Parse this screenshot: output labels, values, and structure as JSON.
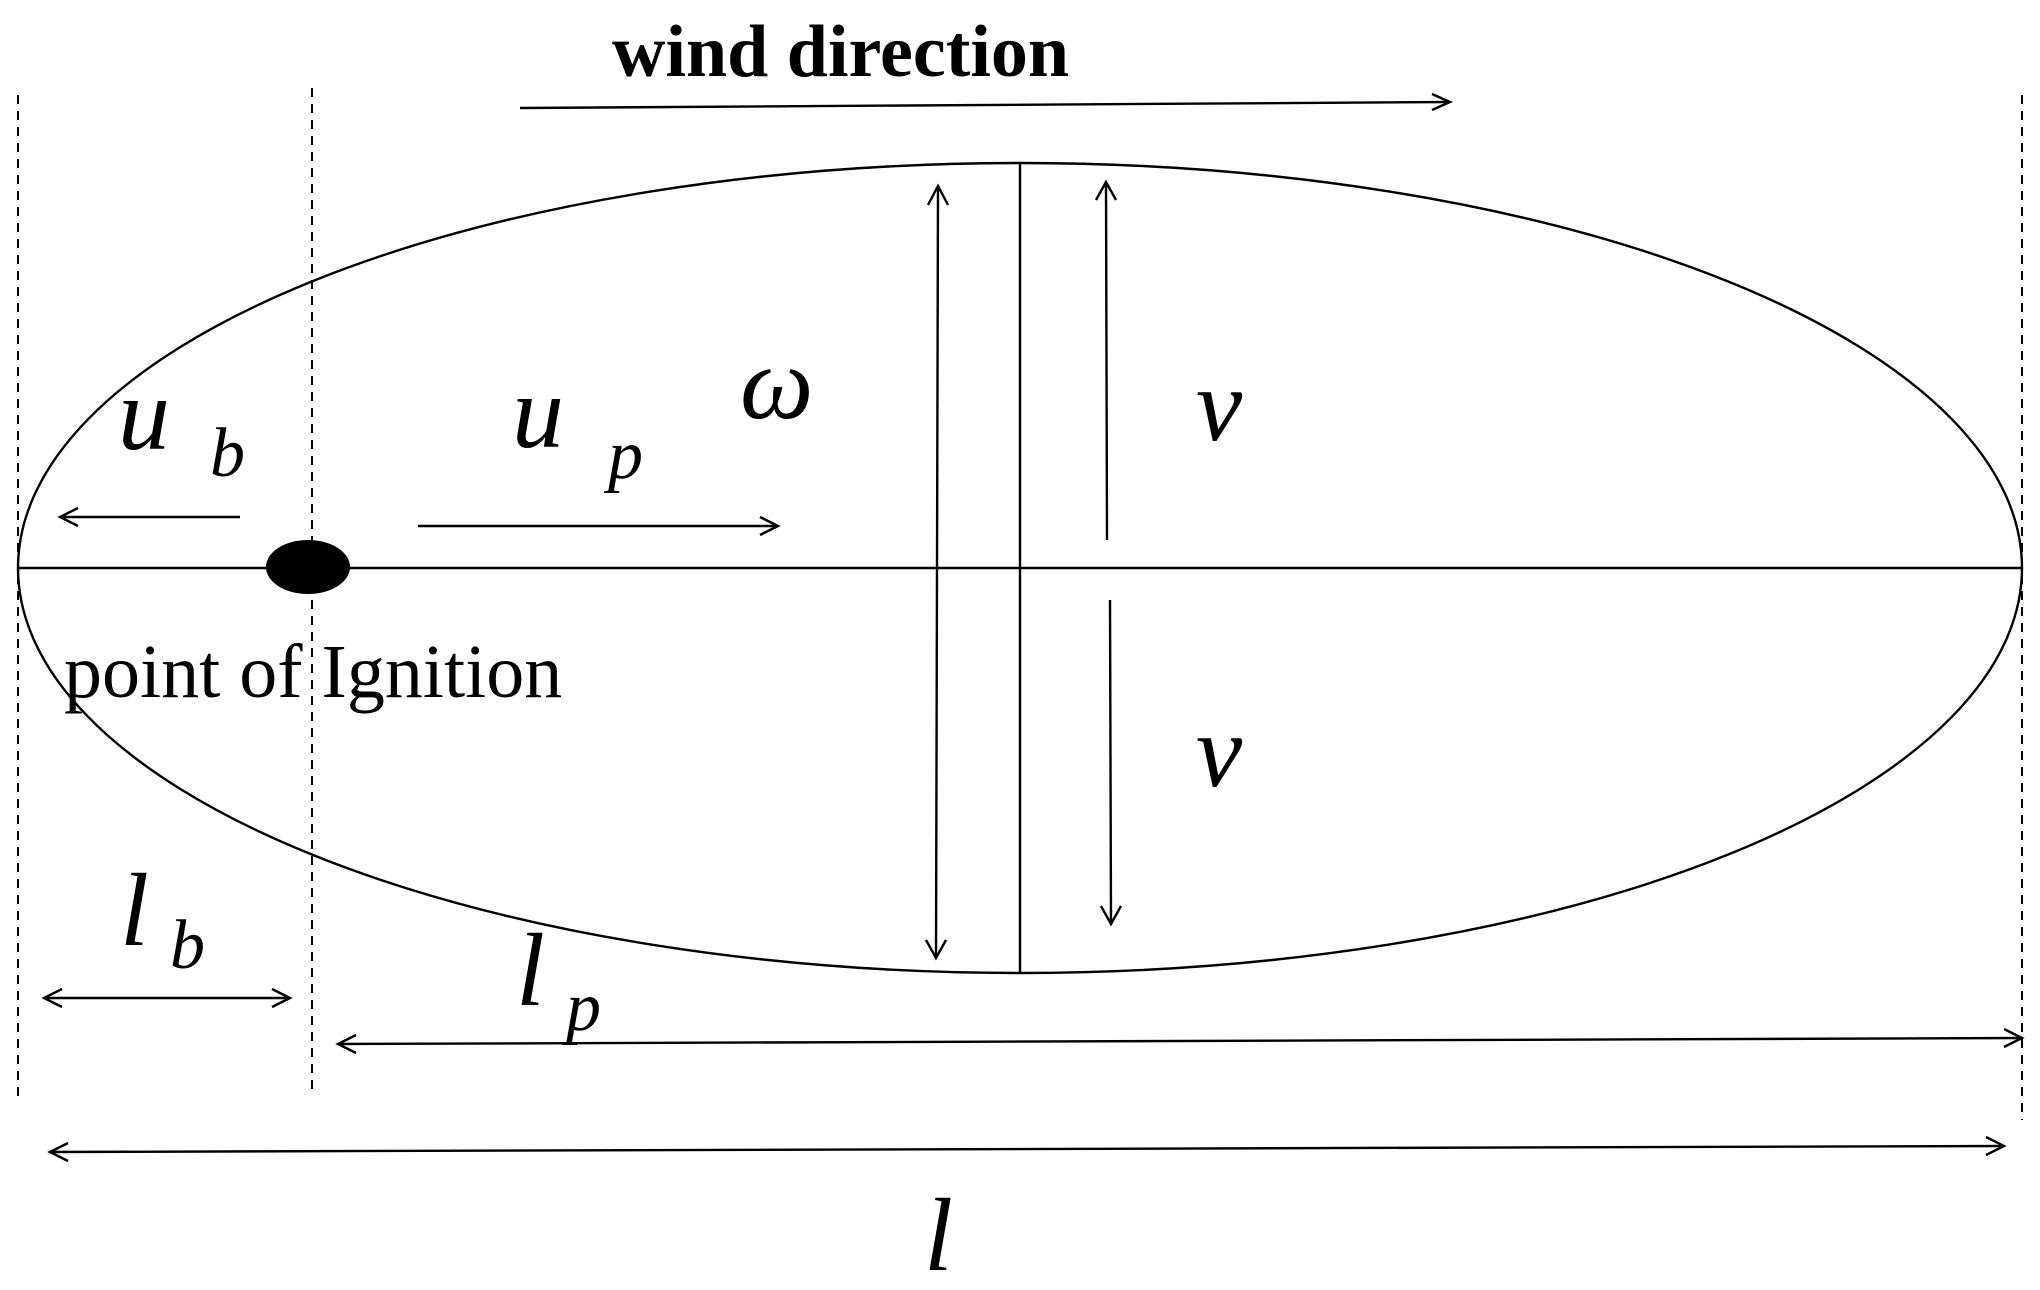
{
  "title": "wind direction",
  "ignition_label": "point of Ignition",
  "symbols": {
    "u_b": {
      "main": "u",
      "sub": "b"
    },
    "u_p": {
      "main": "u",
      "sub": "p"
    },
    "omega": "ω",
    "v_top": "v",
    "v_bottom": "v",
    "l_b": {
      "main": "l",
      "sub": "b"
    },
    "l_p": {
      "main": "l",
      "sub": "p"
    },
    "l": "l"
  }
}
